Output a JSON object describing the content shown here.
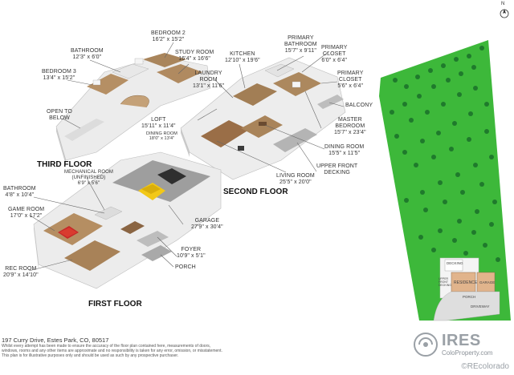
{
  "compass": {
    "north_label": "N"
  },
  "floors": {
    "third": "THIRD FLOOR",
    "second": "SECOND FLOOR",
    "first": "FIRST FLOOR"
  },
  "rooms": {
    "bedroom2": {
      "name": "BEDROOM 2",
      "dim": "16'2\" x 15'2\""
    },
    "bathroom3": {
      "name": "BATHROOM",
      "dim": "12'3\" x 6'0\""
    },
    "study": {
      "name": "STUDY ROOM",
      "dim": "16'4\" x 16'6\""
    },
    "bedroom3": {
      "name": "BEDROOM 3",
      "dim": "13'4\" x 15'2\""
    },
    "open_below": {
      "name": "OPEN TO",
      "dim": "BELOW"
    },
    "primary_bath": {
      "name": "PRIMARY",
      "name2": "BATHROOM",
      "dim": "15'7\" x 9'11\""
    },
    "primary_closet1": {
      "name": "PRIMARY",
      "name2": "CLOSET",
      "dim": "6'0\" x 6'4\""
    },
    "primary_closet2": {
      "name": "PRIMARY",
      "name2": "CLOSET",
      "dim": "5'6\" x 6'4\""
    },
    "kitchen": {
      "name": "KITCHEN",
      "dim": "12'10\" x 19'6\""
    },
    "laundry": {
      "name": "LAUNDRY",
      "name2": "ROOM",
      "dim": "13'1\" x 11'6\""
    },
    "balcony": {
      "name": "BALCONY"
    },
    "loft": {
      "name": "LOFT",
      "dim": "15'11\" x 11'4\""
    },
    "dining_small": {
      "name": "DINING ROOM",
      "dim": "18'0\" x 13'4\""
    },
    "master": {
      "name": "MASTER",
      "name2": "BEDROOM",
      "dim": "15'7\" x 23'4\""
    },
    "dining": {
      "name": "DINING ROOM",
      "dim": "15'5\" x 11'5\""
    },
    "upper_deck": {
      "name": "UPPER FRONT",
      "name2": "DECKING"
    },
    "living": {
      "name": "LIVING ROOM",
      "dim": "25'5\" x 20'0\""
    },
    "mechanical": {
      "name": "MECHANICAL ROOM",
      "name2": "(UNFINISHED)",
      "dim": "6'9\" x 5'6\""
    },
    "bathroom1": {
      "name": "BATHROOM",
      "dim": "4'8\" x 10'4\""
    },
    "game": {
      "name": "GAME ROOM",
      "dim": "17'0\" x 17'2\""
    },
    "garage": {
      "name": "GARAGE",
      "dim": "27'9\" x 30'4\""
    },
    "foyer": {
      "name": "FOYER",
      "dim": "10'9\" x 5'1\""
    },
    "porch": {
      "name": "PORCH"
    },
    "rec": {
      "name": "REC ROOM",
      "dim": "20'9\" x 14'10\""
    }
  },
  "site_plan": {
    "decking": "DECKING",
    "residence": "RESIDENCE",
    "garage": "GARAGE",
    "porch": "PORCH",
    "driveway": "DRIVEWAY",
    "upper_deck": "UPPER FRONT DECKING"
  },
  "footer": {
    "address": "197 Curry Drive, Estes Park, CO, 80517",
    "disclaimer1": "Whilst every attempt has been made to ensure the accuracy of the floor plan contained here, measurements of doors,",
    "disclaimer2": "windows, rooms and any other items are approximate and no responsibility is taken for any error, omission, or misstatement.",
    "disclaimer3": "This plan is for illustrative purposes only and should be used as such by any prospective purchaser."
  },
  "branding": {
    "logo": "IRES",
    "logo_url": "ColoProperty.com",
    "recolorado": "©REcolorado"
  },
  "colors": {
    "lawn": "#3db83a",
    "tree": "#1f7a2c",
    "wood_floor": "#a6825a",
    "dark_floor": "#8b5a3c",
    "concrete": "#9a9a9a",
    "wall": "#ffffff",
    "residence": "#e1b48c"
  }
}
